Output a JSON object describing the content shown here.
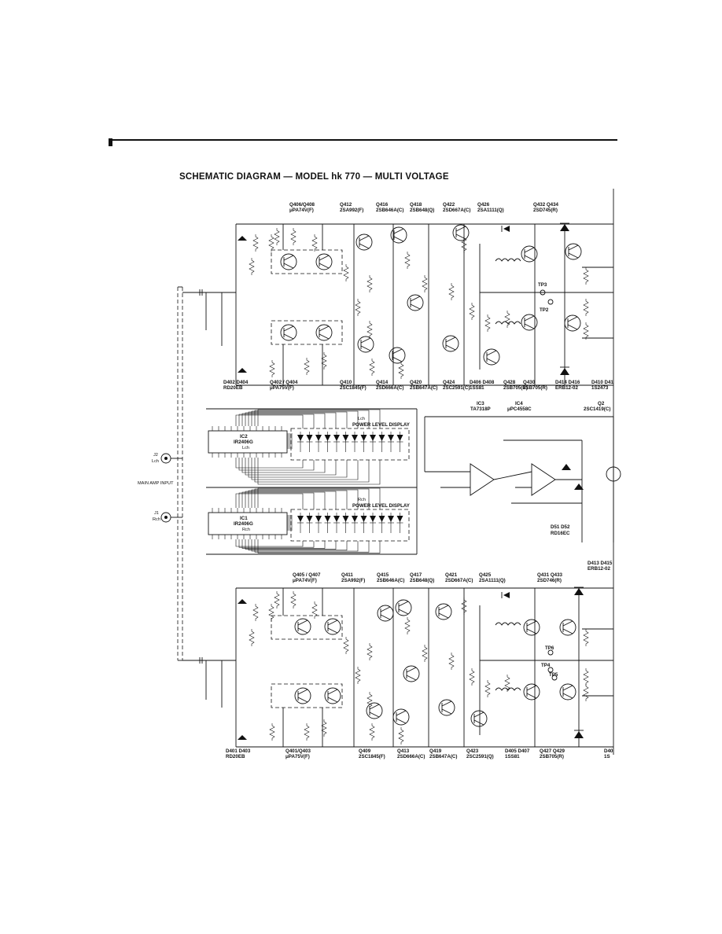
{
  "title": "SCHEMATIC DIAGRAM — MODEL hk 770 — MULTI VOLTAGE",
  "input": {
    "label": "MAIN AMP INPUT",
    "j2": "J2",
    "j2_ch": "Lch",
    "j1": "J1",
    "j1_ch": "Rch"
  },
  "ics": {
    "ic2": {
      "ref": "IC2",
      "part": "IR2406G",
      "ch": "Lch"
    },
    "ic1": {
      "ref": "IC1",
      "part": "IR2406G",
      "ch": "Rch"
    },
    "ic3": {
      "ref": "IC3",
      "part": "TA7318P"
    },
    "ic4": {
      "ref": "IC4",
      "part": "μPC4558C"
    }
  },
  "displays": {
    "lch": {
      "ch": "Lch",
      "label": "POWER LEVEL DISPLAY"
    },
    "rch": {
      "ch": "Rch",
      "label": "POWER LEVEL DISPLAY"
    }
  },
  "top_headers": [
    {
      "ref": "Q406/Q408",
      "part": "μPA74V(F)"
    },
    {
      "ref": "Q412",
      "part": "2SA992(F)"
    },
    {
      "ref": "Q416",
      "part": "2SB646A(C)"
    },
    {
      "ref": "Q418",
      "part": "2SB648(Q)"
    },
    {
      "ref": "Q422",
      "part": "2SD667A(C)"
    },
    {
      "ref": "Q426",
      "part": "2SA1111(Q)"
    },
    {
      "ref": "Q432  Q434",
      "part": "2SD745(R)"
    }
  ],
  "top_footers": [
    {
      "ref": "D402  D404",
      "part": "RD20EB"
    },
    {
      "ref": "Q402 / Q404",
      "part": "μPA75V(F)"
    },
    {
      "ref": "Q410",
      "part": "2SC1845(F)"
    },
    {
      "ref": "Q414",
      "part": "2SD666A(C)"
    },
    {
      "ref": "Q420",
      "part": "2SB647A(C)"
    },
    {
      "ref": "Q424",
      "part": "2SC2591(C)"
    },
    {
      "ref": "D406 D408",
      "part": "1SS81"
    },
    {
      "ref": "Q428",
      "part": "2SB705(R)"
    },
    {
      "ref": "Q430",
      "part": "2SB705(R)"
    },
    {
      "ref": "D414  D416",
      "part": "ERB12-02"
    },
    {
      "ref": "D410  D41",
      "part": "1S2473"
    }
  ],
  "bot_headers": [
    {
      "ref": "Q405 / Q407",
      "part": "μPA74V(F)"
    },
    {
      "ref": "Q411",
      "part": "2SA992(F)"
    },
    {
      "ref": "Q415",
      "part": "2SB646A(C)"
    },
    {
      "ref": "Q417",
      "part": "2SB648(Q)"
    },
    {
      "ref": "Q421",
      "part": "2SD667A(C)"
    },
    {
      "ref": "Q425",
      "part": "2SA1111(Q)"
    },
    {
      "ref": "Q431  Q433",
      "part": "2SD746(R)"
    }
  ],
  "bot_footers": [
    {
      "ref": "D401  D403",
      "part": "RD20EB"
    },
    {
      "ref": "Q401/Q403",
      "part": "μPA75V(F)"
    },
    {
      "ref": "Q409",
      "part": "2SC1845(F)"
    },
    {
      "ref": "Q413",
      "part": "2SD666A(C)"
    },
    {
      "ref": "Q419",
      "part": "2SB647A(C)"
    },
    {
      "ref": "Q423",
      "part": "2SC2591(Q)"
    },
    {
      "ref": "D405  D407",
      "part": "1SS81"
    },
    {
      "ref": "Q427  Q429",
      "part": "2SB705(R)"
    },
    {
      "ref": "D40",
      "part": "1S"
    }
  ],
  "mid_labels": {
    "q2": {
      "ref": "Q2",
      "part": "2SC1419(C)"
    },
    "d51d52": {
      "ref": "D51  D52",
      "part": "RD16EC"
    },
    "d413d415": {
      "ref": "D413  D415",
      "part": "ERB12-02"
    }
  },
  "test_points": [
    "TP3",
    "TP2",
    "TP6",
    "TP4",
    "TP5"
  ]
}
